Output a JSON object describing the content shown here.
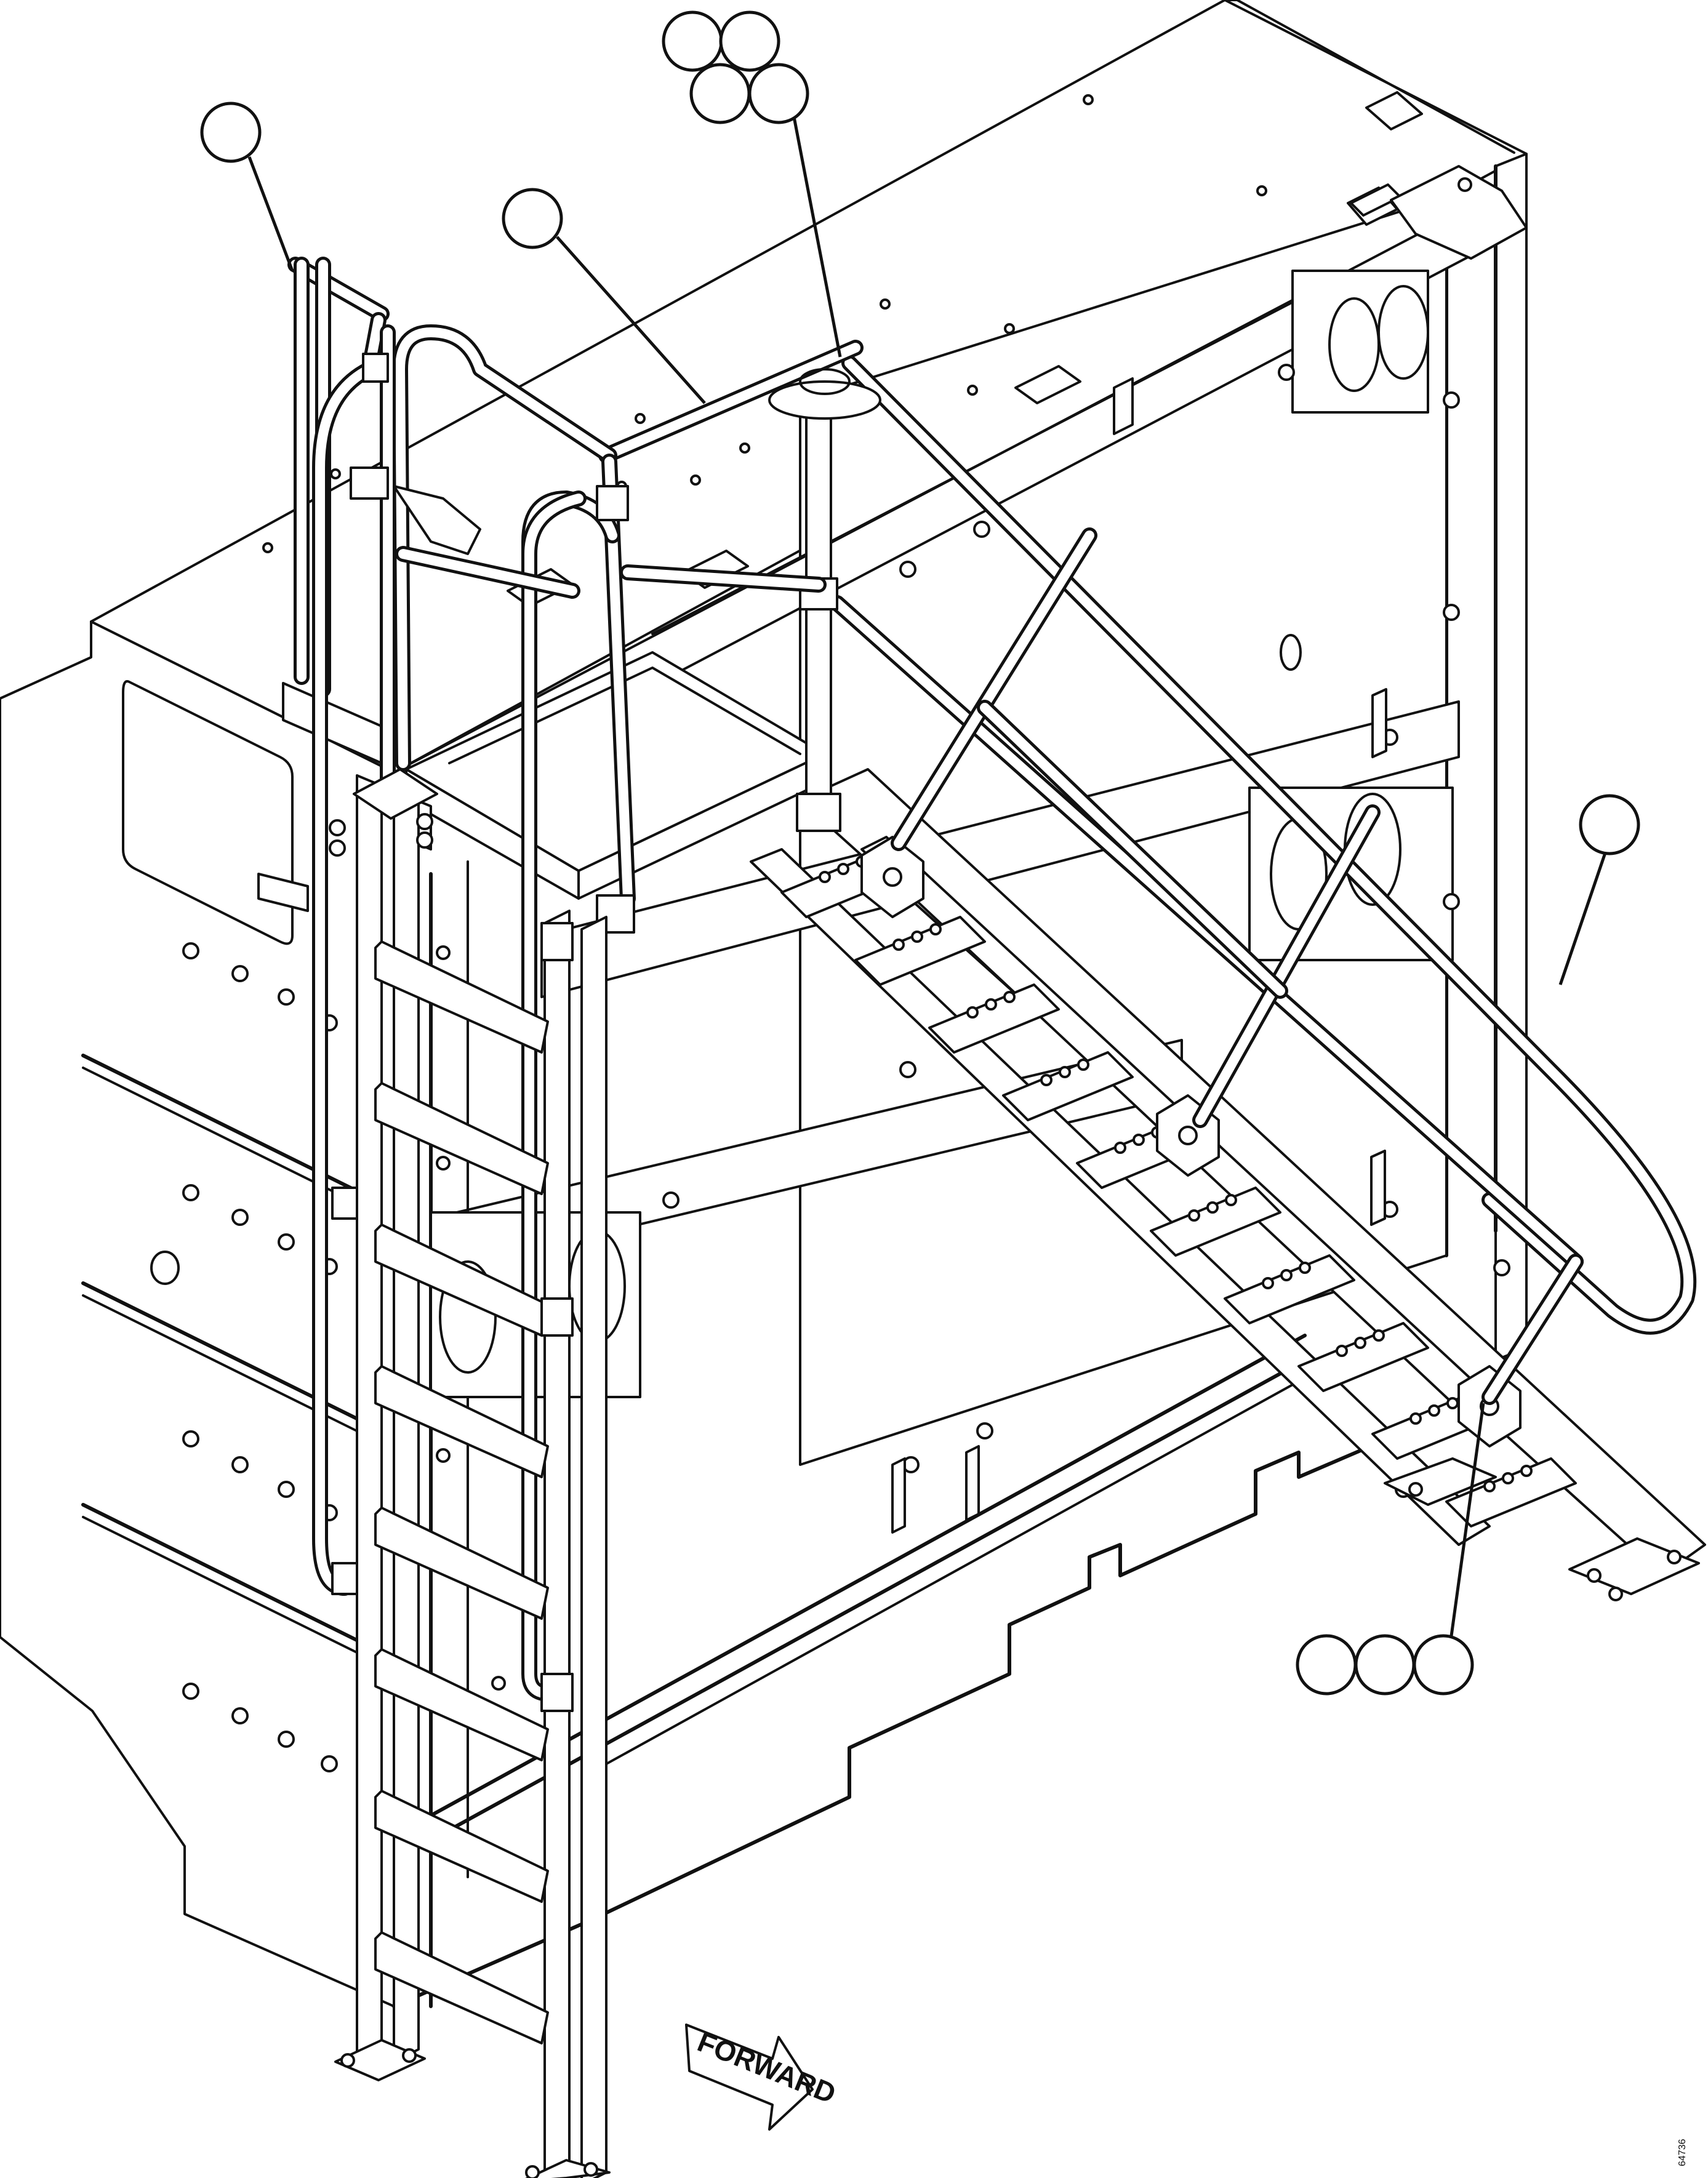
{
  "figure": {
    "direction_arrow_label": "FORWARD",
    "figure_number": "64736"
  },
  "callouts": [
    {
      "id": "callout-upper-left",
      "label": ""
    },
    {
      "id": "callout-platform-rail",
      "label": ""
    },
    {
      "id": "callout-top-cluster-1",
      "label": ""
    },
    {
      "id": "callout-top-cluster-2",
      "label": ""
    },
    {
      "id": "callout-top-cluster-3",
      "label": ""
    },
    {
      "id": "callout-top-cluster-4",
      "label": ""
    },
    {
      "id": "callout-stair-handrail",
      "label": ""
    },
    {
      "id": "callout-lower-1",
      "label": ""
    },
    {
      "id": "callout-lower-2",
      "label": ""
    },
    {
      "id": "callout-lower-3",
      "label": ""
    }
  ],
  "colors": {
    "line": "#111111",
    "background": "#ffffff"
  }
}
